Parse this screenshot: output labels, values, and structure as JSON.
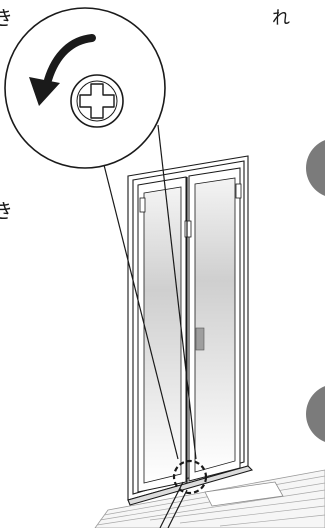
{
  "text_fragments": {
    "left_top": "き",
    "left_middle": "き",
    "right_top": "れ"
  },
  "colors": {
    "stroke": "#1a1a1a",
    "glass": "#d6d6d6",
    "step_badge": "#7b7b7b",
    "floor": "#e9e9e9"
  },
  "icons": {
    "rotate_arrow": "counterclockwise-arrow-icon",
    "screw": "phillips-screw-icon"
  }
}
